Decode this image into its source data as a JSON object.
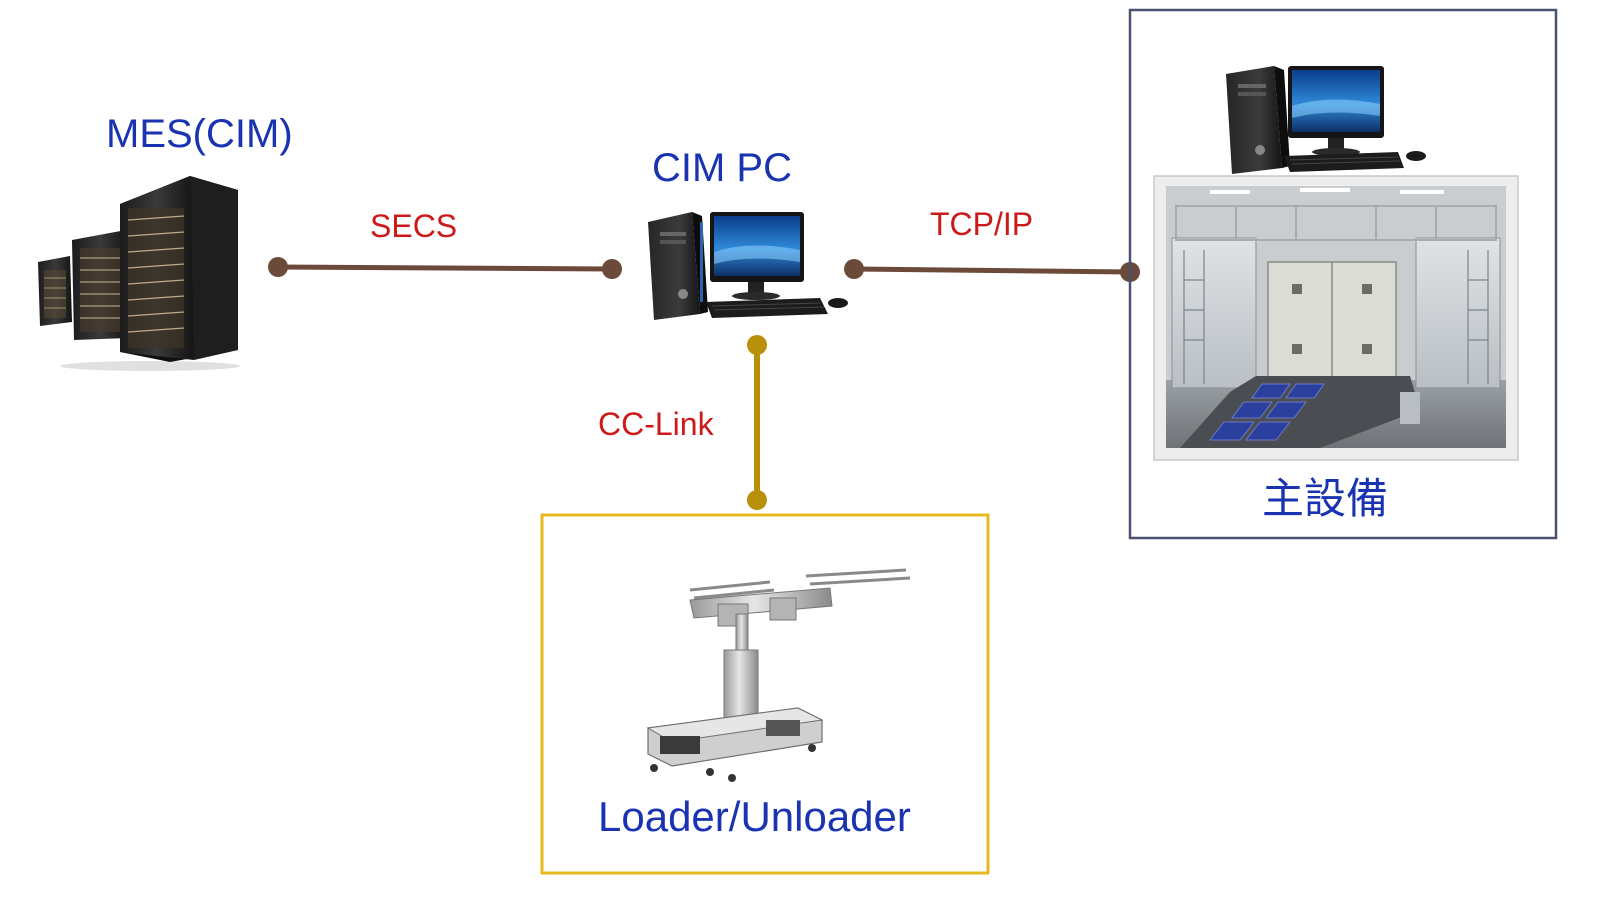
{
  "nodes": {
    "mes": {
      "label": "MES(CIM)"
    },
    "cim_pc": {
      "label": "CIM PC"
    },
    "main_equipment": {
      "label": "主設備"
    },
    "loader": {
      "label": "Loader/Unloader"
    }
  },
  "connections": {
    "secs": {
      "label": "SECS"
    },
    "tcpip": {
      "label": "TCP/IP"
    },
    "cclink": {
      "label": "CC-Link"
    }
  },
  "colors": {
    "node_title": "#1a33b0",
    "connection_label": "#cc1a1a",
    "ethernet_line": "#6b4a3a",
    "cclink_line": "#b8900a",
    "main_box_border": "#4a5070",
    "loader_box_border": "#e8b820"
  }
}
